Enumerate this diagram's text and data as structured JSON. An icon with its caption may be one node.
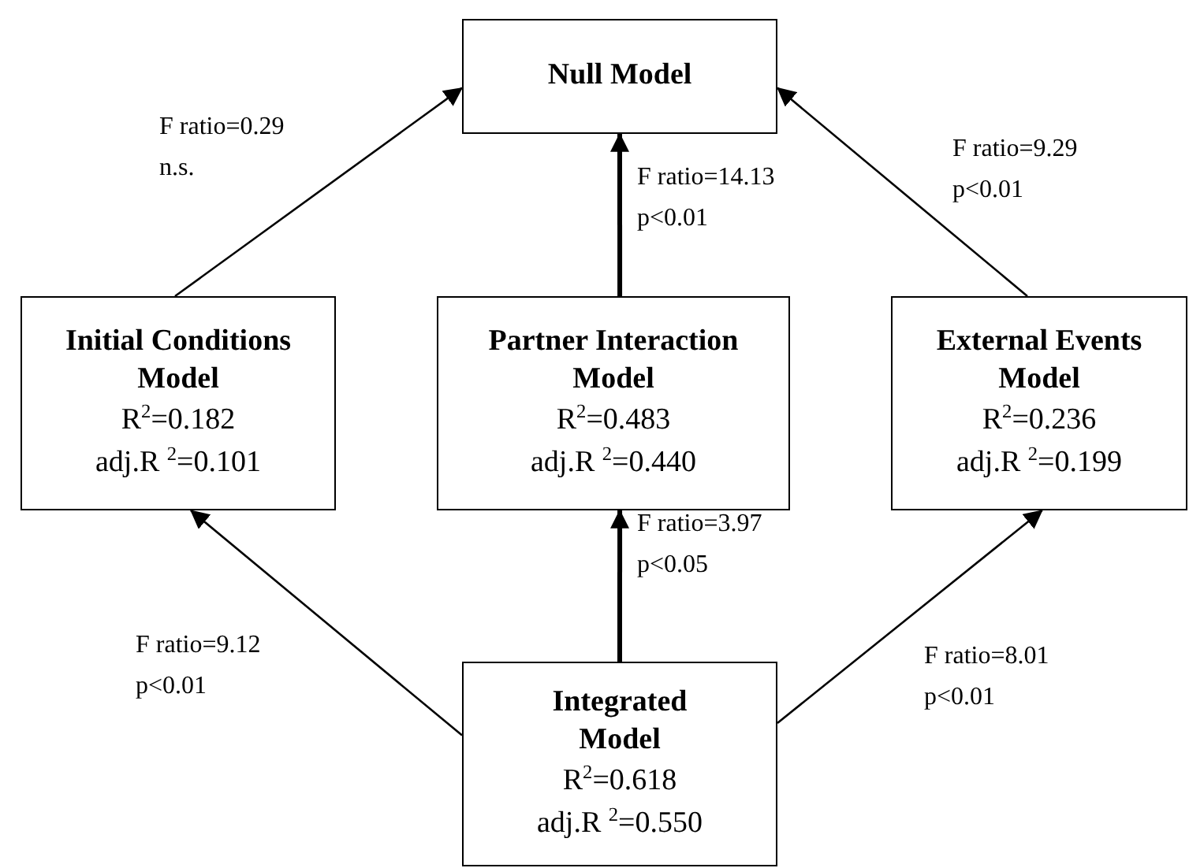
{
  "diagram": {
    "nodes": [
      {
        "text": [
          "Null Model"
        ]
      },
      {
        "text": [
          "Initial Conditions Model",
          "R$^{2}$=0.182",
          "adj.R $^{2}$=0.101"
        ]
      },
      {
        "text": [
          "Partner Interaction Model",
          "R$^{2}$=0.483",
          "adj.R $^{2}$=0.440"
        ]
      },
      {
        "text": [
          "External Events Model",
          "R$^{2}$=0.236",
          "adj.R $^{2}$=0.199"
        ]
      },
      {
        "text": [
          "Integrated Model",
          "R$^{2}$=0.618",
          "adj.R $^{2}$=0.550"
        ]
      }
    ],
    "edges": [
      {
        "from": 1,
        "to": 0,
        "arrow": "to",
        "label": "F ratio=0.29 n.s."
      },
      {
        "from": 2,
        "to": 0,
        "arrow": "to",
        "label": "F ratio=14.13 p<0.01",
        "style": "thick"
      },
      {
        "from": 3,
        "to": 0,
        "arrow": "to",
        "label": "F ratio=9.29 p<0.01"
      },
      {
        "from": 4,
        "to": 1,
        "arrow": "to",
        "label": "F ratio=9.12 p<0.01"
      },
      {
        "from": 4,
        "to": 2,
        "arrow": "to",
        "label": "F ratio=3.97 p<0.05",
        "style": "thick"
      },
      {
        "from": 4,
        "to": 3,
        "arrow": "to",
        "label": "F ratio=8.01 p<0.01"
      }
    ]
  }
}
